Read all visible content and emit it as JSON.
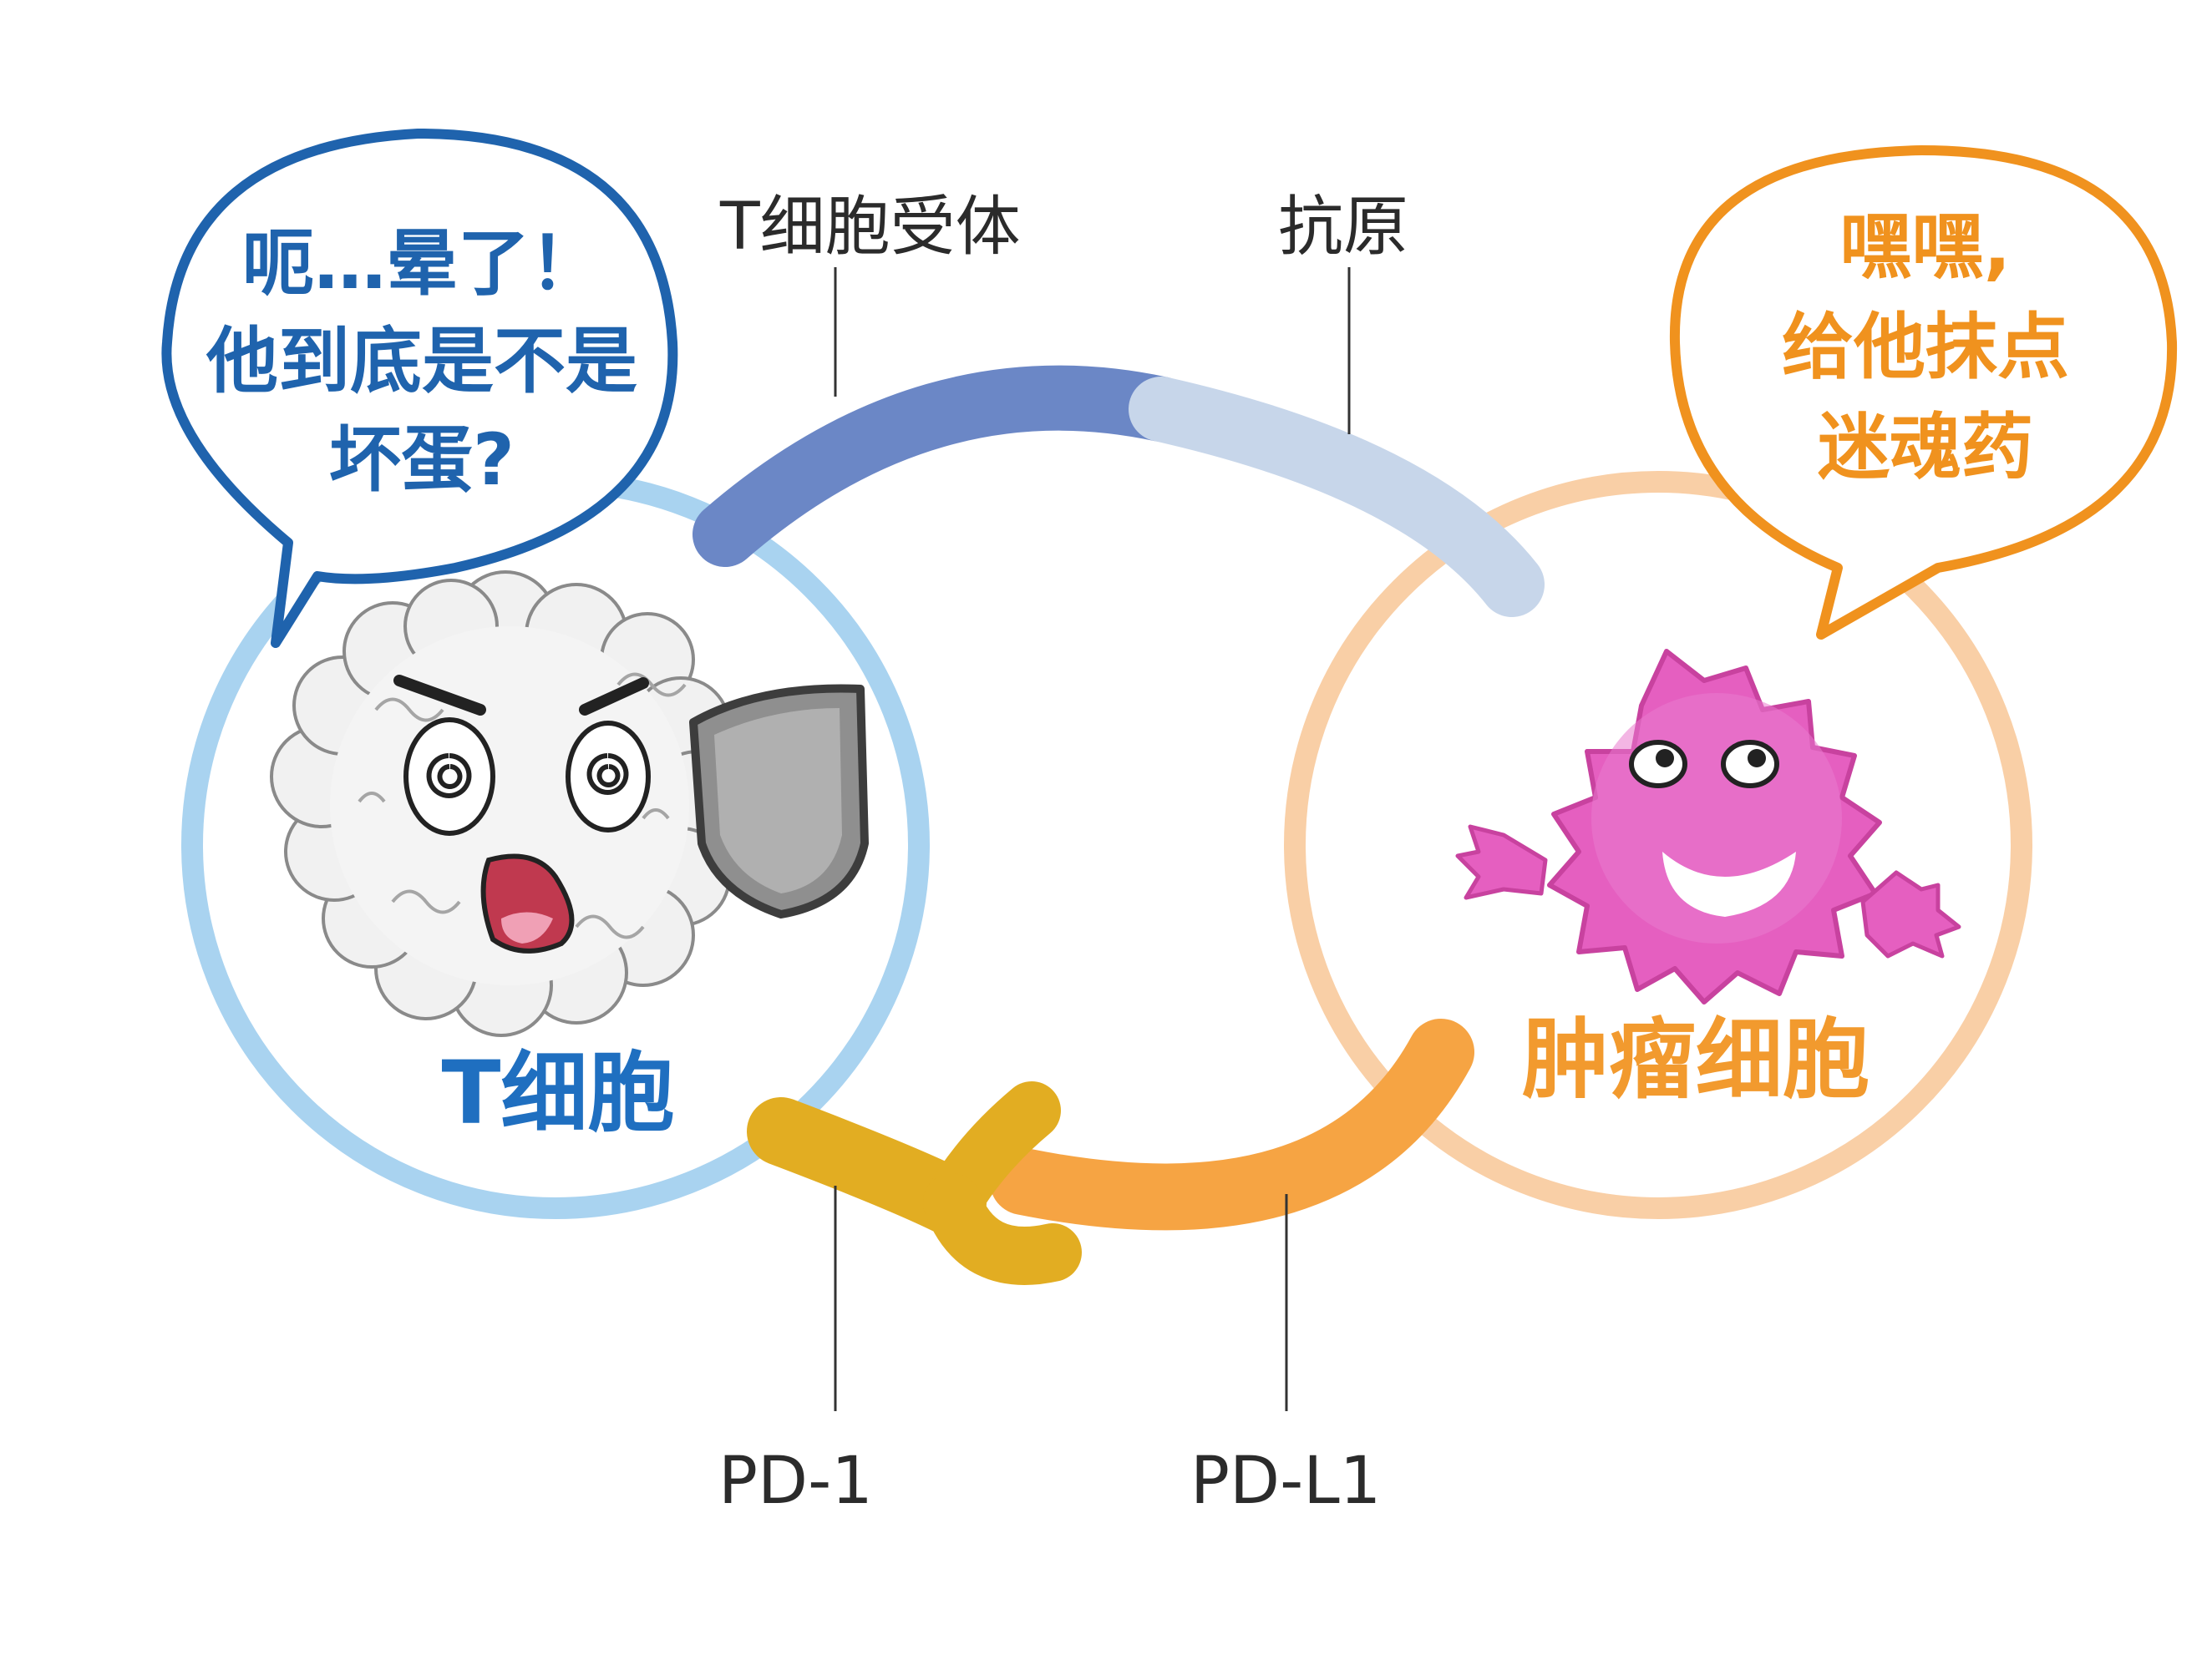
{
  "labels": {
    "t_cell_receptor": "T细胞受体",
    "antigen": "抗原",
    "pd1": "PD-1",
    "pdl1": "PD-L1"
  },
  "t_cell": {
    "name": "T细胞",
    "speech": [
      "呃…晕了！",
      "他到底是不是",
      "坏蛋?"
    ]
  },
  "tumor_cell": {
    "name": "肿瘤细胞",
    "speech": [
      "嘿嘿,",
      "给他抹点",
      "迷魂药"
    ]
  },
  "colors": {
    "t_ring": "#a9d3f0",
    "tumor_ring": "#f9cfa6",
    "receptor": "#6b87c6",
    "antigen": "#c7d6ea",
    "pd1": "#e2ad22",
    "pdl1": "#f6a443",
    "blue_text": "#1f63ad",
    "orange_text": "#f0921e",
    "tumor_body": "#e55fc0"
  }
}
